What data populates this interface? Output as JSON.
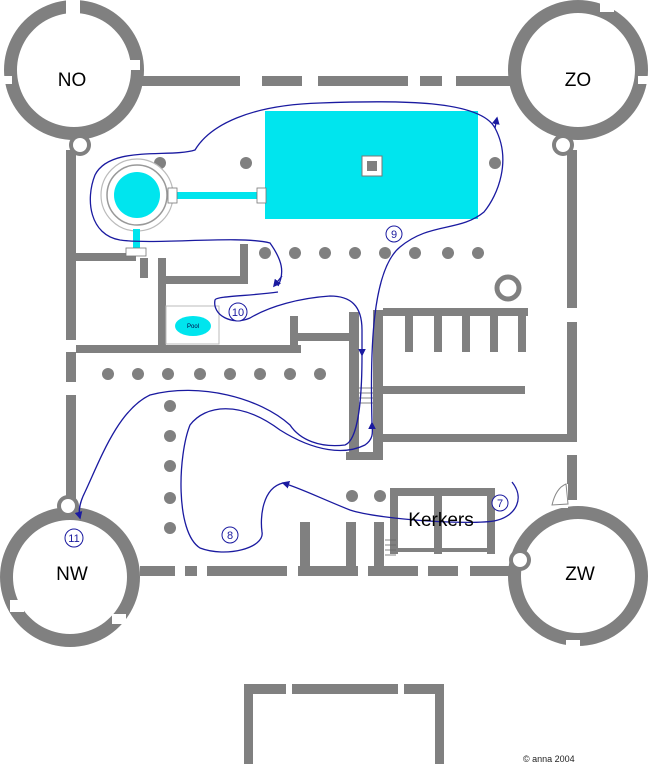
{
  "towers": {
    "nw": "NO",
    "ne": "ZO",
    "sw": "NW",
    "se": "ZW"
  },
  "rooms": {
    "kerkers": "Kerkers",
    "pool": "Pool"
  },
  "route_points": [
    "7",
    "8",
    "9",
    "10",
    "11"
  ],
  "credit": "© anna 2004",
  "colors": {
    "wall": "#808080",
    "water": "#00e5ee",
    "route": "#1a1aa0",
    "background": "#ffffff"
  }
}
